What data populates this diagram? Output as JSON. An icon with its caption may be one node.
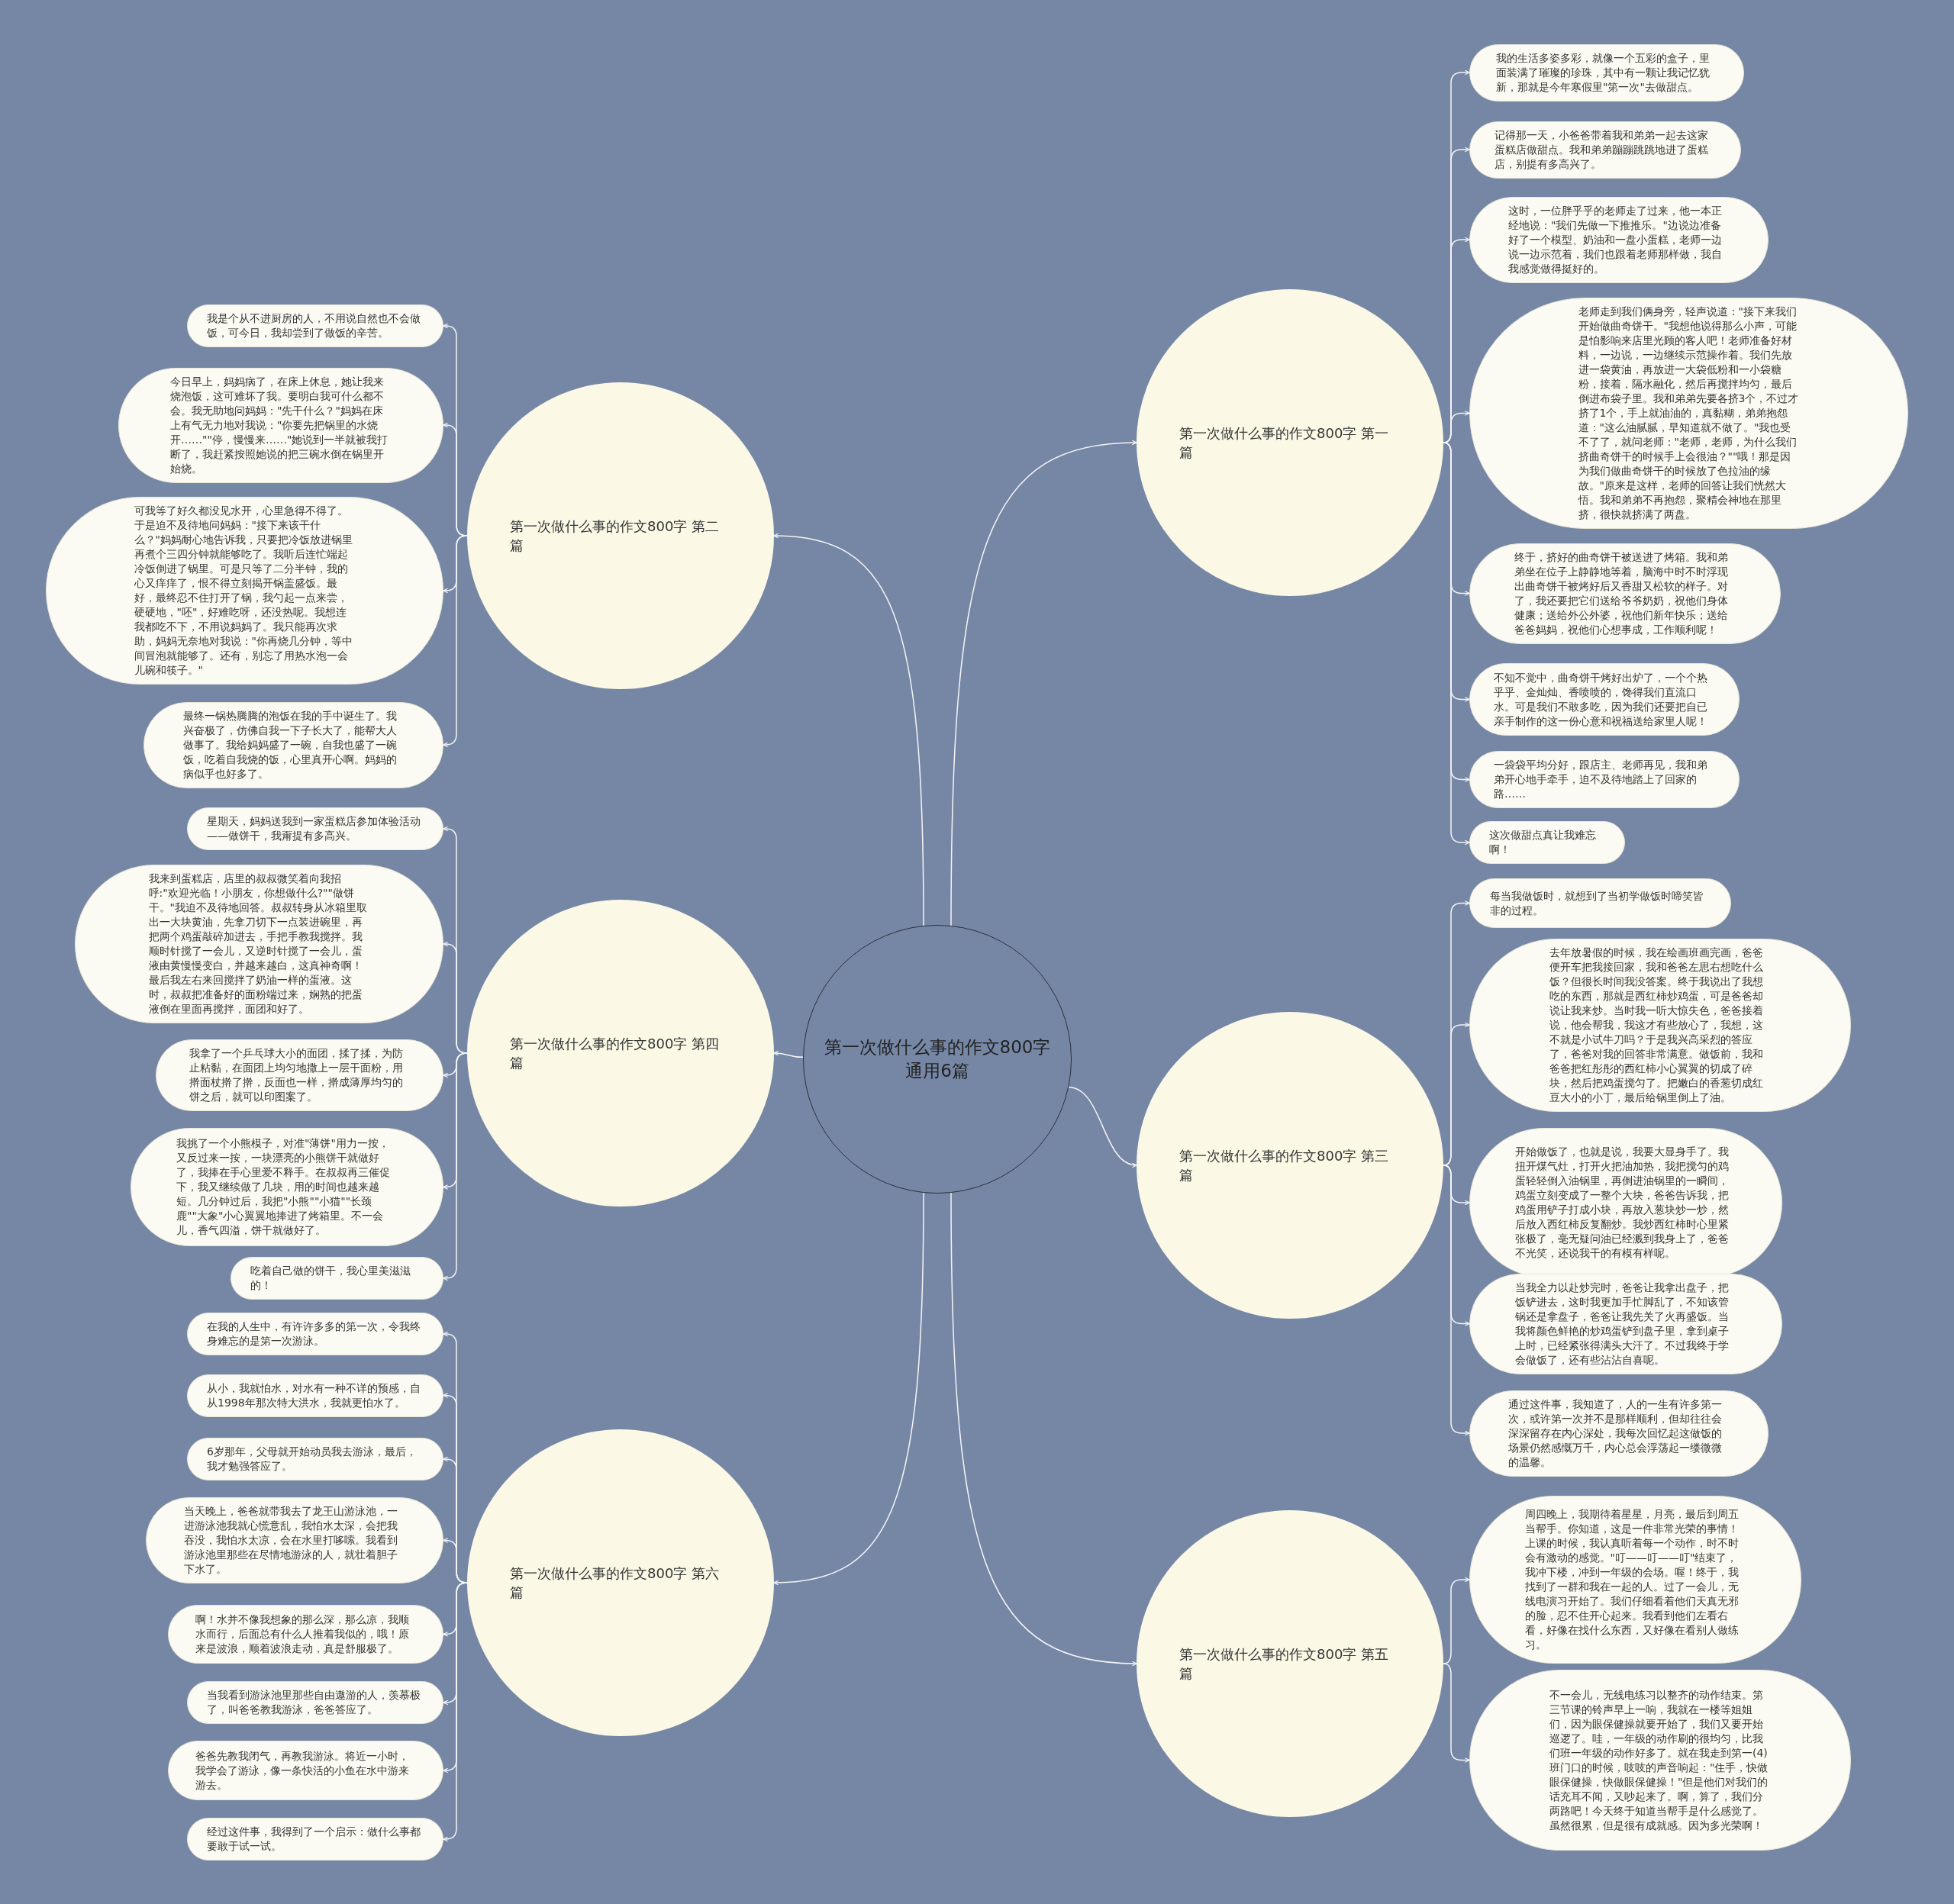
{
  "diagram": {
    "nodes": [
      {
        "text": [
          "第一次做什么事的作文800字通用6篇"
        ]
      },
      {
        "text": [
          "第一次做什么事的作文800字 第一篇"
        ]
      },
      {
        "text": [
          "我的生活多姿多彩，就像一个五彩的盒子，里面装满了璀璨的珍珠，其中有一颗让我记忆犹新，那就是今年寒假里\"第一次\"去做甜点。"
        ]
      },
      {
        "text": [
          "记得那一天，小爸爸带着我和弟弟一起去这家蛋糕店做甜点。我和弟弟蹦蹦跳跳地进了蛋糕店，别提有多高兴了。"
        ]
      },
      {
        "text": [
          "这时，一位胖乎乎的老师走了过来，他一本正经地说：\"我们先做一下推推乐。\"边说边准备好了一个模型、奶油和一盘小蛋糕，老师一边说一边示范着，我们也跟着老师那样做，我自我感觉做得挺好的。"
        ]
      },
      {
        "text": [
          "老师走到我们俩身旁，轻声说道：\"接下来我们开始做曲奇饼干。\"我想他说得那么小声，可能是怕影响来店里光顾的客人吧！老师准备好材料，一边说，一边继续示范操作着。我们先放进一袋黄油，再放进一大袋低粉和一小袋糖粉，接着，隔水融化，然后再搅拌均匀，最后倒进布袋子里。我和弟弟先要各挤3个，不过才挤了1个，手上就油油的，真黏糊，弟弟抱怨道：\"这么油腻腻，早知道就不做了。\"我也受不了了，就问老师：\"老师，老师，为什么我们挤曲奇饼干的时候手上会很油？\"\"哦！那是因为我们做曲奇饼干的时候放了色拉油的缘故。\"原来是这样，老师的回答让我们恍然大悟。我和弟弟不再抱怨，聚精会神地在那里挤，很快就挤满了两盘。"
        ]
      },
      {
        "text": [
          "终于，挤好的曲奇饼干被送进了烤箱。我和弟弟坐在位子上静静地等着，脑海中时不时浮现出曲奇饼干被烤好后又香甜又松软的样子。对了，我还要把它们送给爷爷奶奶，祝他们身体健康；送给外公外婆，祝他们新年快乐；送给爸爸妈妈，祝他们心想事成，工作顺利呢！"
        ]
      },
      {
        "text": [
          "不知不觉中，曲奇饼干烤好出炉了，一个个热乎乎、金灿灿、香喷喷的，馋得我们直流口水。可是我们不敢多吃，因为我们还要把自已亲手制作的这一份心意和祝福送给家里人呢！"
        ]
      },
      {
        "text": [
          "一袋袋平均分好，跟店主、老师再见，我和弟弟开心地手牵手，迫不及待地踏上了回家的路……"
        ]
      },
      {
        "text": [
          "这次做甜点真让我难忘啊！"
        ]
      },
      {
        "text": [
          "第一次做什么事的作文800字 第二篇"
        ]
      },
      {
        "text": [
          "我是个从不进厨房的人，不用说自然也不会做饭，可今日，我却尝到了做饭的辛苦。"
        ]
      },
      {
        "text": [
          "今日早上，妈妈病了，在床上休息，她让我来烧泡饭，这可难坏了我。要明白我可什么都不会。我无助地问妈妈：\"先干什么？\"妈妈在床上有气无力地对我说：\"你要先把锅里的水烧开……\"\"停，慢慢来……\"她说到一半就被我打断了，我赶紧按照她说的把三碗水倒在锅里开始烧。"
        ]
      },
      {
        "text": [
          "可我等了好久都没见水开，心里急得不得了。于是迫不及待地问妈妈：\"接下来该干什么？\"妈妈耐心地告诉我，只要把冷饭放进锅里再煮个三四分钟就能够吃了。我听后连忙端起冷饭倒进了锅里。可是只等了二分半钟，我的心又痒痒了，恨不得立刻揭开锅盖盛饭。最好，最终忍不住打开了锅，我勺起一点来尝，硬硬地，\"呸\"，好难吃呀，还没热呢。我想连我都吃不下，不用说妈妈了。我只能再次求助，妈妈无奈地对我说：\"你再烧几分钟，等中间冒泡就能够了。还有，别忘了用热水泡一会儿碗和筷子。\""
        ]
      },
      {
        "text": [
          "最终一锅热腾腾的泡饭在我的手中诞生了。我兴奋极了，仿佛自我一下子长大了，能帮大人做事了。我给妈妈盛了一碗，自我也盛了一碗饭，吃着自我烧的饭，心里真开心啊。妈妈的病似乎也好多了。"
        ]
      },
      {
        "text": [
          "第一次做什么事的作文800字 第三篇"
        ]
      },
      {
        "text": [
          "每当我做饭时，就想到了当初学做饭时啼笑皆非的过程。"
        ]
      },
      {
        "text": [
          "去年放暑假的时候，我在绘画班画完画，爸爸便开车把我接回家，我和爸爸左思右想吃什么饭？但很长时间我没答案。终于我说出了我想吃的东西，那就是西红柿炒鸡蛋，可是爸爸却说让我来炒。当时我一听大惊失色，爸爸接着说，他会帮我，我这才有些放心了，我想，这不就是小试牛刀吗？于是我兴高采烈的答应了，爸爸对我的回答非常满意。做饭前，我和爸爸把红彤彤的西红柿小心翼翼的切成了碎块，然后把鸡蛋搅匀了。把嫩白的香葱切成红豆大小的小丁，最后给锅里倒上了油。"
        ]
      },
      {
        "text": [
          "开始做饭了，也就是说，我要大显身手了。我扭开煤气灶，打开火把油加热，我把搅匀的鸡蛋轻轻倒入油锅里，再倒进油锅里的一瞬间，鸡蛋立刻变成了一整个大块，爸爸告诉我，把鸡蛋用铲子打成小块，再放入葱块炒一炒，然后放入西红柿反复翻炒。我炒西红柿时心里紧张极了，毫无疑问油已经溅到我身上了，爸爸不光笑，还说我干的有模有样呢。"
        ]
      },
      {
        "text": [
          "当我全力以赴炒完时，爸爸让我拿出盘子，把饭铲进去，这时我更加手忙脚乱了，不知该管锅还是拿盘子，爸爸让我先关了火再盛饭。当我将颜色鲜艳的炒鸡蛋铲到盘子里，拿到桌子上时，已经紧张得满头大汗了。不过我终于学会做饭了，还有些沾沾自喜呢。"
        ]
      },
      {
        "text": [
          "通过这件事，我知道了，人的一生有许多第一次，或许第一次并不是那样顺利，但却往往会深深留存在内心深处，我每次回忆起这做饭的场景仍然感慨万千，内心总会浮荡起一缕微微的温馨。"
        ]
      },
      {
        "text": [
          "第一次做什么事的作文800字 第四篇"
        ]
      },
      {
        "text": [
          "星期天，妈妈送我到一家蛋糕店参加体验活动——做饼干，我甭提有多高兴。"
        ]
      },
      {
        "text": [
          "我来到蛋糕店，店里的叔叔微笑着向我招呼:\"欢迎光临！小朋友，你想做什么?\"\"做饼干。\"我迫不及待地回答。叔叔转身从冰箱里取出一大块黄油，先拿刀切下一点装进碗里，再把两个鸡蛋敲碎加进去，手把手教我搅拌。我顺时针搅了一会儿，又逆时针搅了一会儿，蛋液由黄慢慢变白，并越来越白，这真神奇啊！最后我左右来回搅拌了奶油一样的蛋液。这时，叔叔把准备好的面粉端过来，娴熟的把蛋液倒在里面再搅拌，面团和好了。"
        ]
      },
      {
        "text": [
          "我拿了一个乒乓球大小的面团，揉了揉，为防止粘黏，在面团上均匀地撒上一层干面粉，用擀面杖擀了擀，反面也一样，擀成薄厚均匀的饼之后，就可以印图案了。"
        ]
      },
      {
        "text": [
          "我挑了一个小熊模子，对准\"薄饼\"用力一按，又反过来一按，一块漂亮的小熊饼干就做好了，我捧在手心里爱不释手。在叔叔再三催促下，我又继续做了几块，用的时间也越来越短。几分钟过后，我把\"小熊\"\"小猫\"\"长颈鹿\"\"大象\"小心翼翼地捧进了烤箱里。不一会儿，香气四溢，饼干就做好了。"
        ]
      },
      {
        "text": [
          "吃着自己做的饼干，我心里美滋滋的！"
        ]
      },
      {
        "text": [
          "第一次做什么事的作文800字 第五篇"
        ]
      },
      {
        "text": [
          "周四晚上，我期待着星星，月亮，最后到周五当帮手。你知道，这是一件非常光荣的事情！上课的时候，我认真听着每一个动作，时不时会有激动的感觉。\"叮——叮——叮\"结束了，我冲下楼，冲到一年级的会场。喔！终于，我找到了一群和我在一起的人。过了一会儿，无线电演习开始了。我们仔细看着他们天真无邪的脸，忍不住开心起来。我看到他们左看右看，好像在找什么东西，又好像在看别人做练习。"
        ]
      },
      {
        "text": [
          "不一会儿，无线电练习以整齐的动作结束。第三节课的铃声早上一响，我就在一楼等姐姐们，因为眼保健操就要开始了，我们又要开始巡逻了。哇，一年级的动作刷的很均匀，比我们班一年级的动作好多了。就在我走到第一(4)班门口的时候，吱吱的声音响起：\"住手，快做眼保健操，快做眼保健操！\"但是他们对我们的话充耳不闻，又吵起来了。啊，算了，我们分两路吧！今天终于知道当帮手是什么感觉了。虽然很累，但是很有成就感。因为多光荣啊！"
        ]
      },
      {
        "text": [
          "第一次做什么事的作文800字 第六篇"
        ]
      },
      {
        "text": [
          "在我的人生中，有许许多多的第一次，令我终身难忘的是第一次游泳。"
        ]
      },
      {
        "text": [
          "从小，我就怕水，对水有一种不详的预感，自从1998年那次特大洪水，我就更怕水了。"
        ]
      },
      {
        "text": [
          "6岁那年，父母就开始动员我去游泳，最后，我才勉强答应了。"
        ]
      },
      {
        "text": [
          "当天晚上，爸爸就带我去了龙王山游泳池，一进游泳池我就心慌意乱，我怕水太深，会把我吞没，我怕水太凉，会在水里打哆嗦。我看到游泳池里那些在尽情地游泳的人，就壮着胆子下水了。"
        ]
      },
      {
        "text": [
          "啊！水并不像我想象的那么深，那么凉，我顺水而行，后面总有什么人推着我似的，哦！原来是波浪，顺着波浪走动，真是舒服极了。"
        ]
      },
      {
        "text": [
          "当我看到游泳池里那些自由遨游的人，羡慕极了，叫爸爸教我游泳，爸爸答应了。"
        ]
      },
      {
        "text": [
          "爸爸先教我闭气，再教我游泳。将近一小时，我学会了游泳，像一条快活的小鱼在水中游来游去。"
        ]
      },
      {
        "text": [
          "经过这件事，我得到了一个启示：做什么事都要敢于试一试。"
        ]
      }
    ],
    "edges": [
      {
        "from": 0,
        "to": 1,
        "arrow": "to"
      },
      {
        "from": 0,
        "to": 10,
        "arrow": "to"
      },
      {
        "from": 0,
        "to": 15,
        "arrow": "to"
      },
      {
        "from": 0,
        "to": 21,
        "arrow": "to"
      },
      {
        "from": 0,
        "to": 27,
        "arrow": "to"
      },
      {
        "from": 0,
        "to": 30,
        "arrow": "to"
      },
      {
        "from": 1,
        "to": 2,
        "arrow": "to"
      },
      {
        "from": 1,
        "to": 3,
        "arrow": "to"
      },
      {
        "from": 1,
        "to": 4,
        "arrow": "to"
      },
      {
        "from": 1,
        "to": 5,
        "arrow": "to"
      },
      {
        "from": 1,
        "to": 6,
        "arrow": "to"
      },
      {
        "from": 1,
        "to": 7,
        "arrow": "to"
      },
      {
        "from": 1,
        "to": 8,
        "arrow": "to"
      },
      {
        "from": 1,
        "to": 9,
        "arrow": "to"
      },
      {
        "from": 10,
        "to": 11,
        "arrow": "to"
      },
      {
        "from": 10,
        "to": 12,
        "arrow": "to"
      },
      {
        "from": 10,
        "to": 13,
        "arrow": "to"
      },
      {
        "from": 10,
        "to": 14,
        "arrow": "to"
      },
      {
        "from": 15,
        "to": 16,
        "arrow": "to"
      },
      {
        "from": 15,
        "to": 17,
        "arrow": "to"
      },
      {
        "from": 15,
        "to": 18,
        "arrow": "to"
      },
      {
        "from": 15,
        "to": 19,
        "arrow": "to"
      },
      {
        "from": 15,
        "to": 20,
        "arrow": "to"
      },
      {
        "from": 21,
        "to": 22,
        "arrow": "to"
      },
      {
        "from": 21,
        "to": 23,
        "arrow": "to"
      },
      {
        "from": 21,
        "to": 24,
        "arrow": "to"
      },
      {
        "from": 21,
        "to": 25,
        "arrow": "to"
      },
      {
        "from": 21,
        "to": 26,
        "arrow": "to"
      },
      {
        "from": 27,
        "to": 28,
        "arrow": "to"
      },
      {
        "from": 27,
        "to": 29,
        "arrow": "to"
      },
      {
        "from": 30,
        "to": 31,
        "arrow": "to"
      },
      {
        "from": 30,
        "to": 32,
        "arrow": "to"
      },
      {
        "from": 30,
        "to": 33,
        "arrow": "to"
      },
      {
        "from": 30,
        "to": 34,
        "arrow": "to"
      },
      {
        "from": 30,
        "to": 35,
        "arrow": "to"
      },
      {
        "from": 30,
        "to": 36,
        "arrow": "to"
      },
      {
        "from": 30,
        "to": 37,
        "arrow": "to"
      },
      {
        "from": 30,
        "to": 38,
        "arrow": "to"
      }
    ]
  }
}
